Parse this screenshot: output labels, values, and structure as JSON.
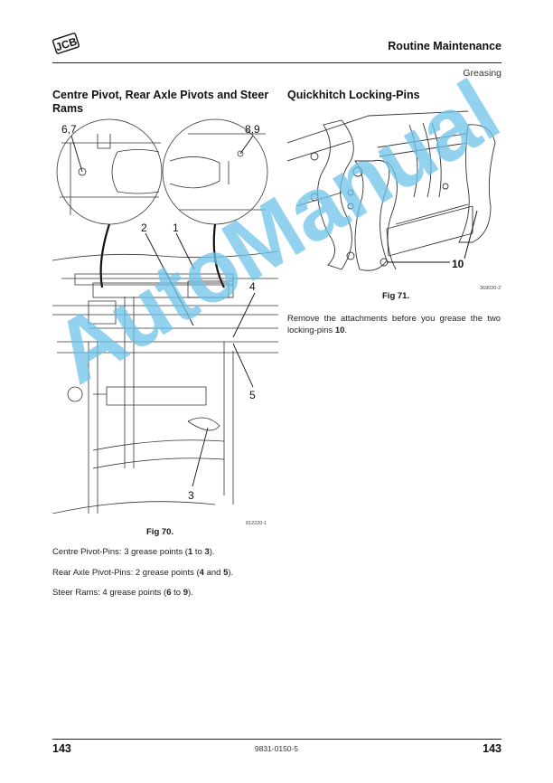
{
  "header": {
    "logo_text": "JCB",
    "section": "Routine Maintenance",
    "subsection": "Greasing"
  },
  "left": {
    "title": "Centre Pivot, Rear Axle Pivots and Steer Rams",
    "figure": {
      "caption": "Fig 70.",
      "id": "812220-1",
      "callouts": [
        "6,7",
        "8,9",
        "2",
        "1",
        "4",
        "5",
        "3"
      ]
    },
    "paragraphs": [
      {
        "pre": "Centre Pivot-Pins: 3 grease points (",
        "b1": "1",
        "mid": " to ",
        "b2": "3",
        "post": ")."
      },
      {
        "pre": "Rear Axle Pivot-Pins: 2 grease points (",
        "b1": "4",
        "mid": " and ",
        "b2": "5",
        "post": ")."
      },
      {
        "pre": "Steer Rams: 4 grease points (",
        "b1": "6",
        "mid": " to ",
        "b2": "9",
        "post": ")."
      }
    ]
  },
  "right": {
    "title": "Quickhitch Locking-Pins",
    "figure": {
      "caption": "Fig 71.",
      "id": "369020-2",
      "callouts": [
        "10"
      ]
    },
    "paragraph": {
      "pre": "Remove the attachments before you grease the two locking-pins ",
      "b1": "10",
      "post": "."
    }
  },
  "footer": {
    "page_left": "143",
    "doc_number": "9831-0150-5",
    "page_right": "143"
  },
  "watermark": "AutoManual",
  "colors": {
    "watermark": "#6ec3ea",
    "text": "#111111"
  }
}
